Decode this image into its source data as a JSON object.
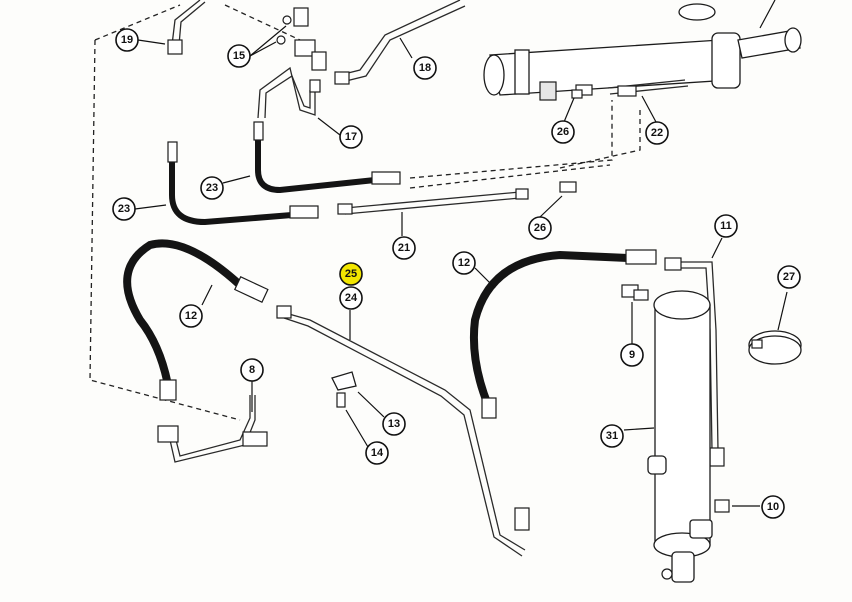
{
  "colors": {
    "ink": "#111111",
    "highlight": "#f2e600",
    "paper": "#fdfdfb"
  },
  "callouts": [
    {
      "id": "c19",
      "label": "19"
    },
    {
      "id": "c15",
      "label": "15"
    },
    {
      "id": "c18",
      "label": "18"
    },
    {
      "id": "c17",
      "label": "17"
    },
    {
      "id": "c26a",
      "label": "26"
    },
    {
      "id": "c22",
      "label": "22"
    },
    {
      "id": "c23a",
      "label": "23"
    },
    {
      "id": "c23b",
      "label": "23"
    },
    {
      "id": "c21",
      "label": "21"
    },
    {
      "id": "c26b",
      "label": "26"
    },
    {
      "id": "c11",
      "label": "11"
    },
    {
      "id": "c12a",
      "label": "12"
    },
    {
      "id": "c12b",
      "label": "12"
    },
    {
      "id": "c25",
      "label": "25",
      "highlighted": true
    },
    {
      "id": "c24",
      "label": "24"
    },
    {
      "id": "c27",
      "label": "27"
    },
    {
      "id": "c9",
      "label": "9"
    },
    {
      "id": "c8",
      "label": "8"
    },
    {
      "id": "c13",
      "label": "13"
    },
    {
      "id": "c14",
      "label": "14"
    },
    {
      "id": "c31",
      "label": "31"
    },
    {
      "id": "c10",
      "label": "10"
    }
  ]
}
